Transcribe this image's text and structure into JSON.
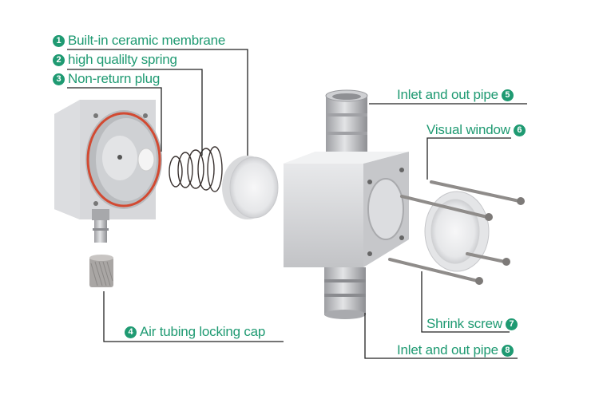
{
  "diagram": {
    "type": "exploded-view",
    "subject": "aluminum flow indicator / water flow meter with visual window",
    "accent_color": "#1f9a72",
    "line_color": "#222222",
    "callouts": [
      {
        "number": "1",
        "label": "Built-in ceramic membrane"
      },
      {
        "number": "2",
        "label": "high qualilty spring"
      },
      {
        "number": "3",
        "label": "Non-return plug"
      },
      {
        "number": "4",
        "label": "Air tubing locking cap"
      },
      {
        "number": "5",
        "label": "Inlet and out pipe"
      },
      {
        "number": "6",
        "label": "Visual window"
      },
      {
        "number": "7",
        "label": "Shrink screw"
      },
      {
        "number": "8",
        "label": "Inlet and out pipe"
      }
    ]
  }
}
